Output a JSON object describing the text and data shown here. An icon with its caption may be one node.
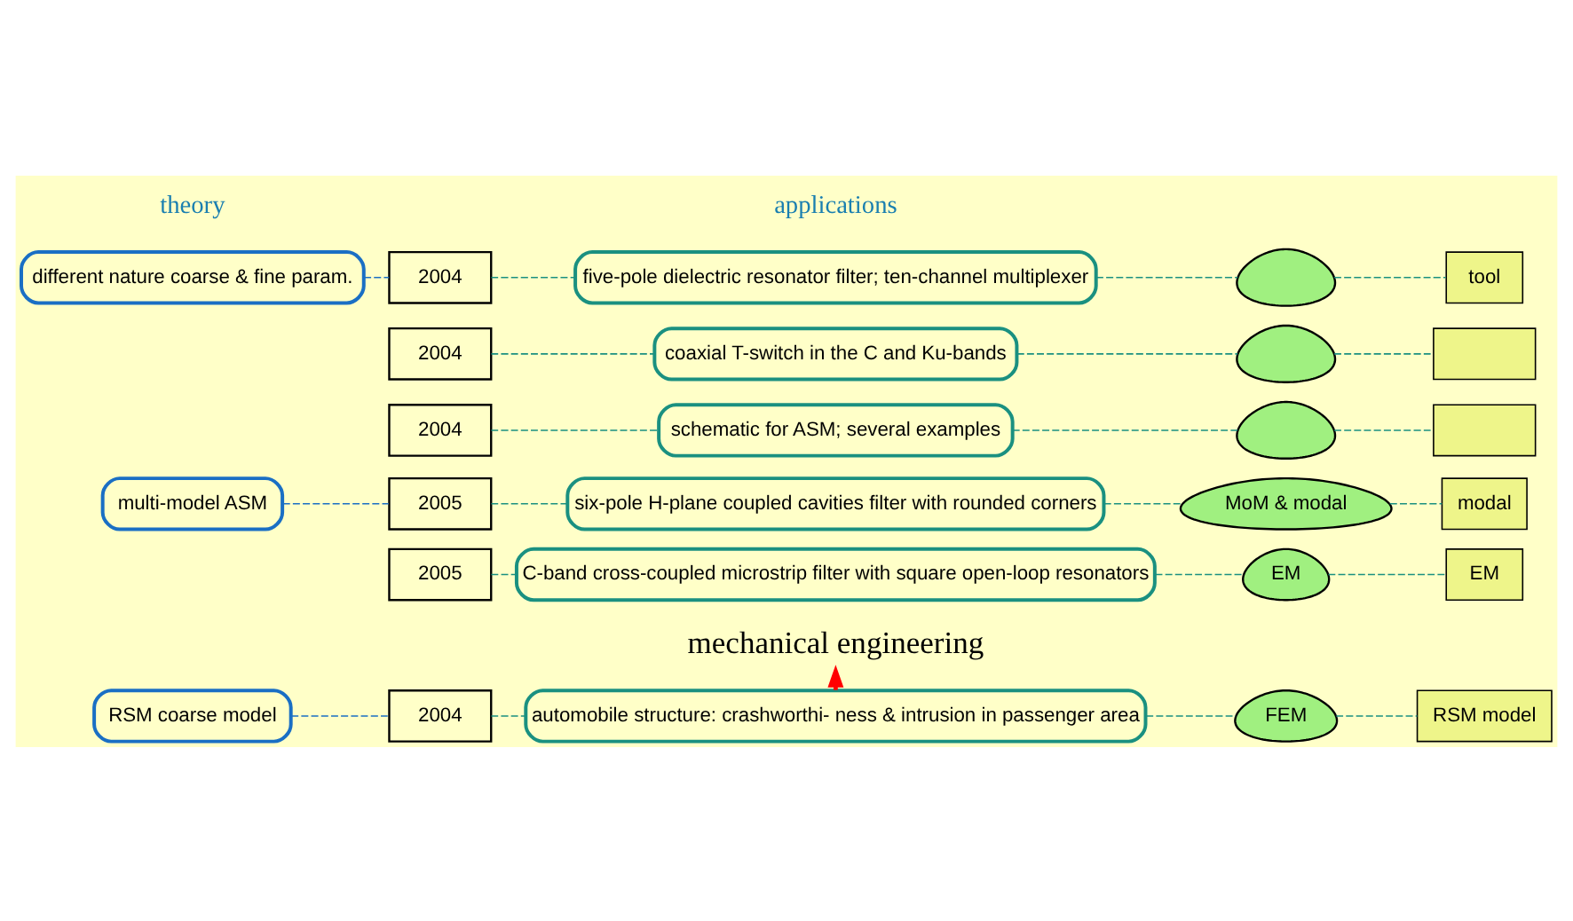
{
  "diagram": {
    "nodes": [
      {
        "text": [
          "different nature coarse & fine param."
        ]
      },
      {
        "text": [
          "2004"
        ]
      },
      {
        "text": [
          "five-pole dielectric resonator filter; ten-channel multiplexer"
        ]
      },
      {
        "text": [],
        "shape": "cloud"
      },
      {
        "text": [
          "tool"
        ]
      },
      {
        "text": [
          "2004"
        ]
      },
      {
        "text": [
          "coaxial T-switch in the C and Ku-bands"
        ]
      },
      {
        "text": [],
        "shape": "cloud"
      },
      {
        "text": [],
        "shape": "box"
      },
      {
        "text": [
          "RSM coarse model"
        ]
      },
      {
        "text": [
          "2004"
        ]
      },
      {
        "text": [
          "automobile structure: crashworthi- ness & intrusion in passenger area"
        ]
      },
      {
        "text": [
          "FEM"
        ]
      },
      {
        "text": [
          "RSM model"
        ]
      },
      {
        "text": [
          "2004"
        ]
      },
      {
        "text": [
          "schematic for ASM; several examples"
        ]
      },
      {
        "text": [],
        "shape": "cloud"
      },
      {
        "text": [],
        "shape": "box"
      },
      {
        "text": [
          "multi-model ASM"
        ]
      },
      {
        "text": [
          "2005"
        ]
      },
      {
        "text": [
          "six-pole H-plane coupled cavities filter with rounded corners"
        ]
      },
      {
        "text": [
          "MoM & modal"
        ]
      },
      {
        "text": [
          "modal"
        ]
      },
      {
        "text": [
          "2005"
        ]
      },
      {
        "text": [
          "C-band cross-coupled microstrip filter with square open-loop resonators"
        ]
      },
      {
        "text": [
          "EM"
        ]
      },
      {
        "text": [
          "EM"
        ]
      },
      {
        "text": [
          "mechanical engineering"
        ]
      }
    ],
    "edges": [
      {
        "from": 0,
        "to": 1,
        "arrow": "none",
        "style": "dashed",
        "color": "#1a6fc4"
      },
      {
        "from": 1,
        "to": 2,
        "arrow": "none",
        "style": "dashed"
      },
      {
        "from": 2,
        "to": 3,
        "arrow": "none",
        "style": "dashed"
      },
      {
        "from": 3,
        "to": 4,
        "arrow": "none",
        "style": "dashed"
      },
      {
        "from": 5,
        "to": 6,
        "arrow": "none",
        "style": "dashed"
      },
      {
        "from": 6,
        "to": 7,
        "arrow": "none",
        "style": "dashed"
      },
      {
        "from": 7,
        "to": 8,
        "arrow": "none",
        "style": "dashed"
      },
      {
        "from": 9,
        "to": 10,
        "arrow": "none",
        "style": "dashed",
        "color": "#1a6fc4"
      },
      {
        "from": 10,
        "to": 11,
        "arrow": "none",
        "style": "dashed"
      },
      {
        "from": 11,
        "to": 12,
        "arrow": "none",
        "style": "dashed"
      },
      {
        "from": 12,
        "to": 13,
        "arrow": "none",
        "style": "dashed"
      },
      {
        "from": 14,
        "to": 15,
        "arrow": "none",
        "style": "dashed"
      },
      {
        "from": 15,
        "to": 16,
        "arrow": "none",
        "style": "dashed"
      },
      {
        "from": 16,
        "to": 17,
        "arrow": "none",
        "style": "dashed"
      },
      {
        "from": 18,
        "to": 19,
        "arrow": "none",
        "style": "dashed",
        "color": "#1a6fc4"
      },
      {
        "from": 19,
        "to": 20,
        "arrow": "none",
        "style": "dashed"
      },
      {
        "from": 20,
        "to": 21,
        "arrow": "none",
        "style": "dashed"
      },
      {
        "from": 21,
        "to": 22,
        "arrow": "none",
        "style": "dashed"
      },
      {
        "from": 23,
        "to": 24,
        "arrow": "none",
        "style": "dashed"
      },
      {
        "from": 24,
        "to": 25,
        "arrow": "none",
        "style": "dashed"
      },
      {
        "from": 25,
        "to": 26,
        "arrow": "none",
        "style": "dashed"
      },
      {
        "from": 11,
        "to": 27,
        "arrow": "to",
        "style": "thick",
        "color": "#ff0000"
      }
    ],
    "labels": [
      "theory",
      "applications"
    ]
  }
}
